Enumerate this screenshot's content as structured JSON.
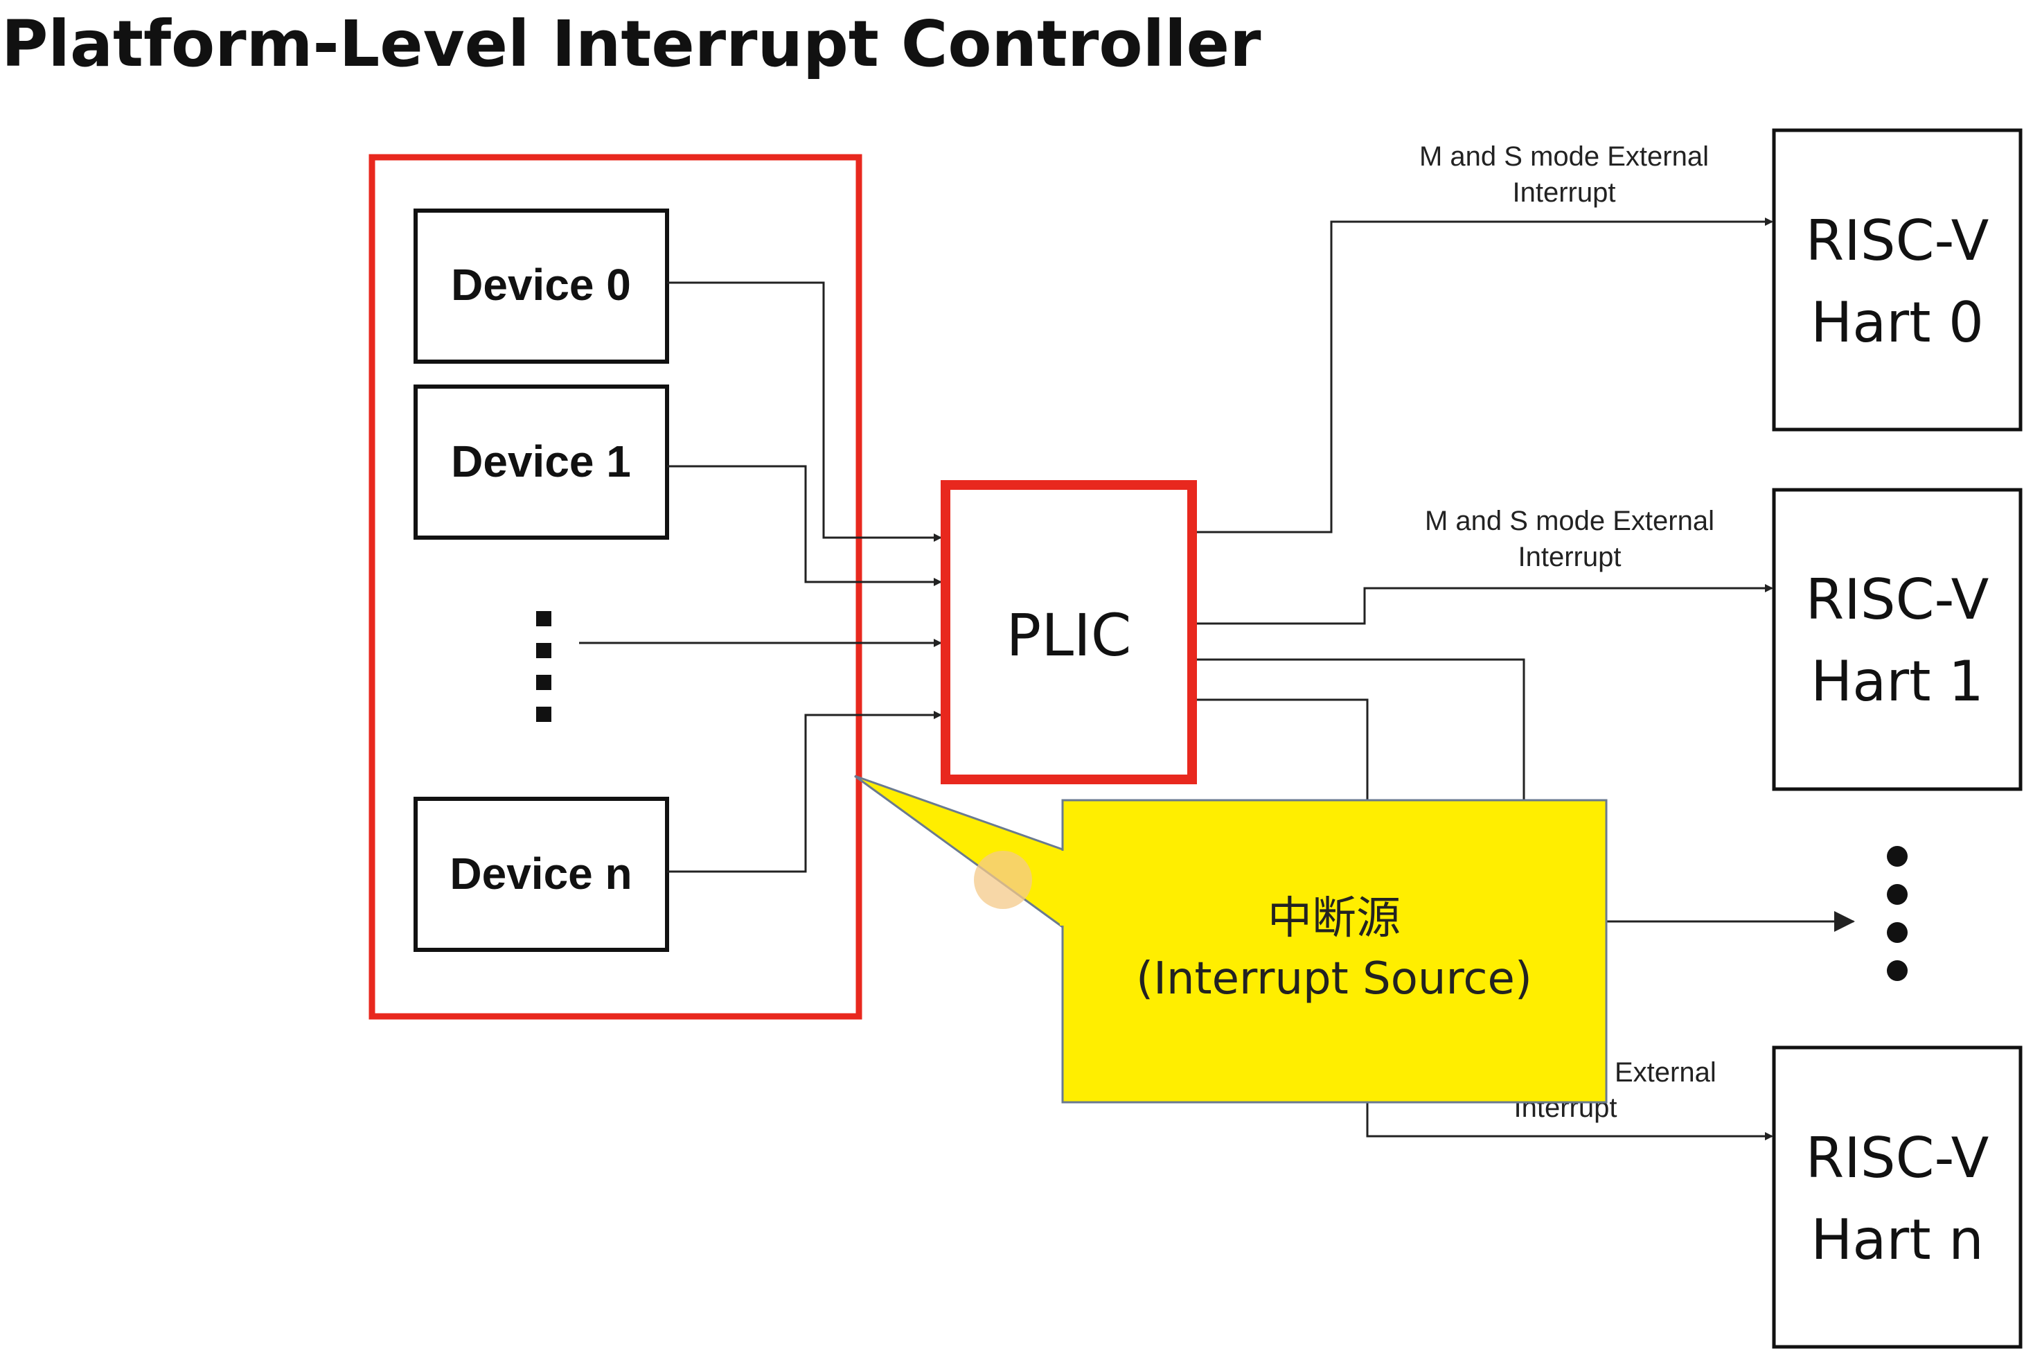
{
  "title": "Platform-Level Interrupt Controller",
  "devices": {
    "device0": "Device 0",
    "device1": "Device 1",
    "deviceN": "Device n"
  },
  "plic": "PLIC",
  "interrupt_labels": {
    "hart0_line1": "M and S mode  External",
    "hart0_line2": "Interrupt",
    "hart1_line1": "M and S mode  External",
    "hart1_line2": "Interrupt",
    "hartN_line1": "External",
    "hartN_line2": "Interrupt"
  },
  "harts": {
    "hart0_line1": "RISC-V",
    "hart0_line2": "Hart 0",
    "hart1_line1": "RISC-V",
    "hart1_line2": "Hart 1",
    "hartN_line1": "RISC-V",
    "hartN_line2": "Hart n"
  },
  "callout": {
    "line1": "中断源",
    "line2": "(Interrupt Source)"
  },
  "colors": {
    "highlight_red": "#e8281e",
    "callout_yellow": "#ffee00",
    "callout_border": "#6a7a90",
    "line": "#222222",
    "cursor_dot": "#f4c98a"
  }
}
